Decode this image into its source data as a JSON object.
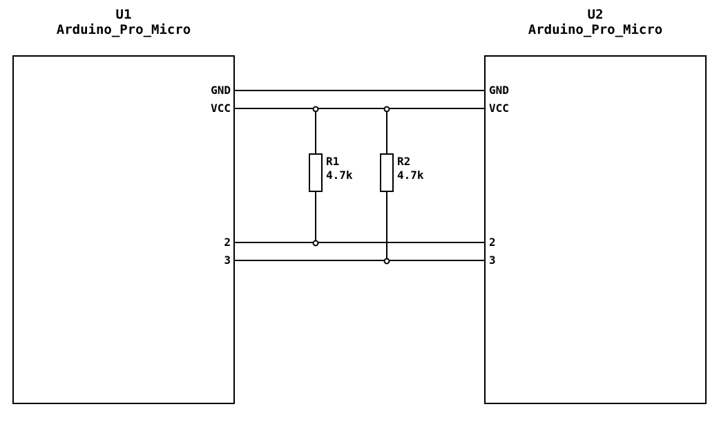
{
  "schematic": {
    "components": {
      "u1": {
        "ref": "U1",
        "name": "Arduino_Pro_Micro",
        "pins": [
          "GND",
          "VCC",
          "2",
          "3"
        ]
      },
      "u2": {
        "ref": "U2",
        "name": "Arduino_Pro_Micro",
        "pins": [
          "GND",
          "VCC",
          "2",
          "3"
        ]
      },
      "r1": {
        "ref": "R1",
        "value": "4.7k"
      },
      "r2": {
        "ref": "R2",
        "value": "4.7k"
      }
    },
    "nets": [
      "GND",
      "VCC",
      "2",
      "3"
    ],
    "colors": {
      "wire": "#000000",
      "background": "#ffffff",
      "symbol_outline": "#000000"
    }
  }
}
